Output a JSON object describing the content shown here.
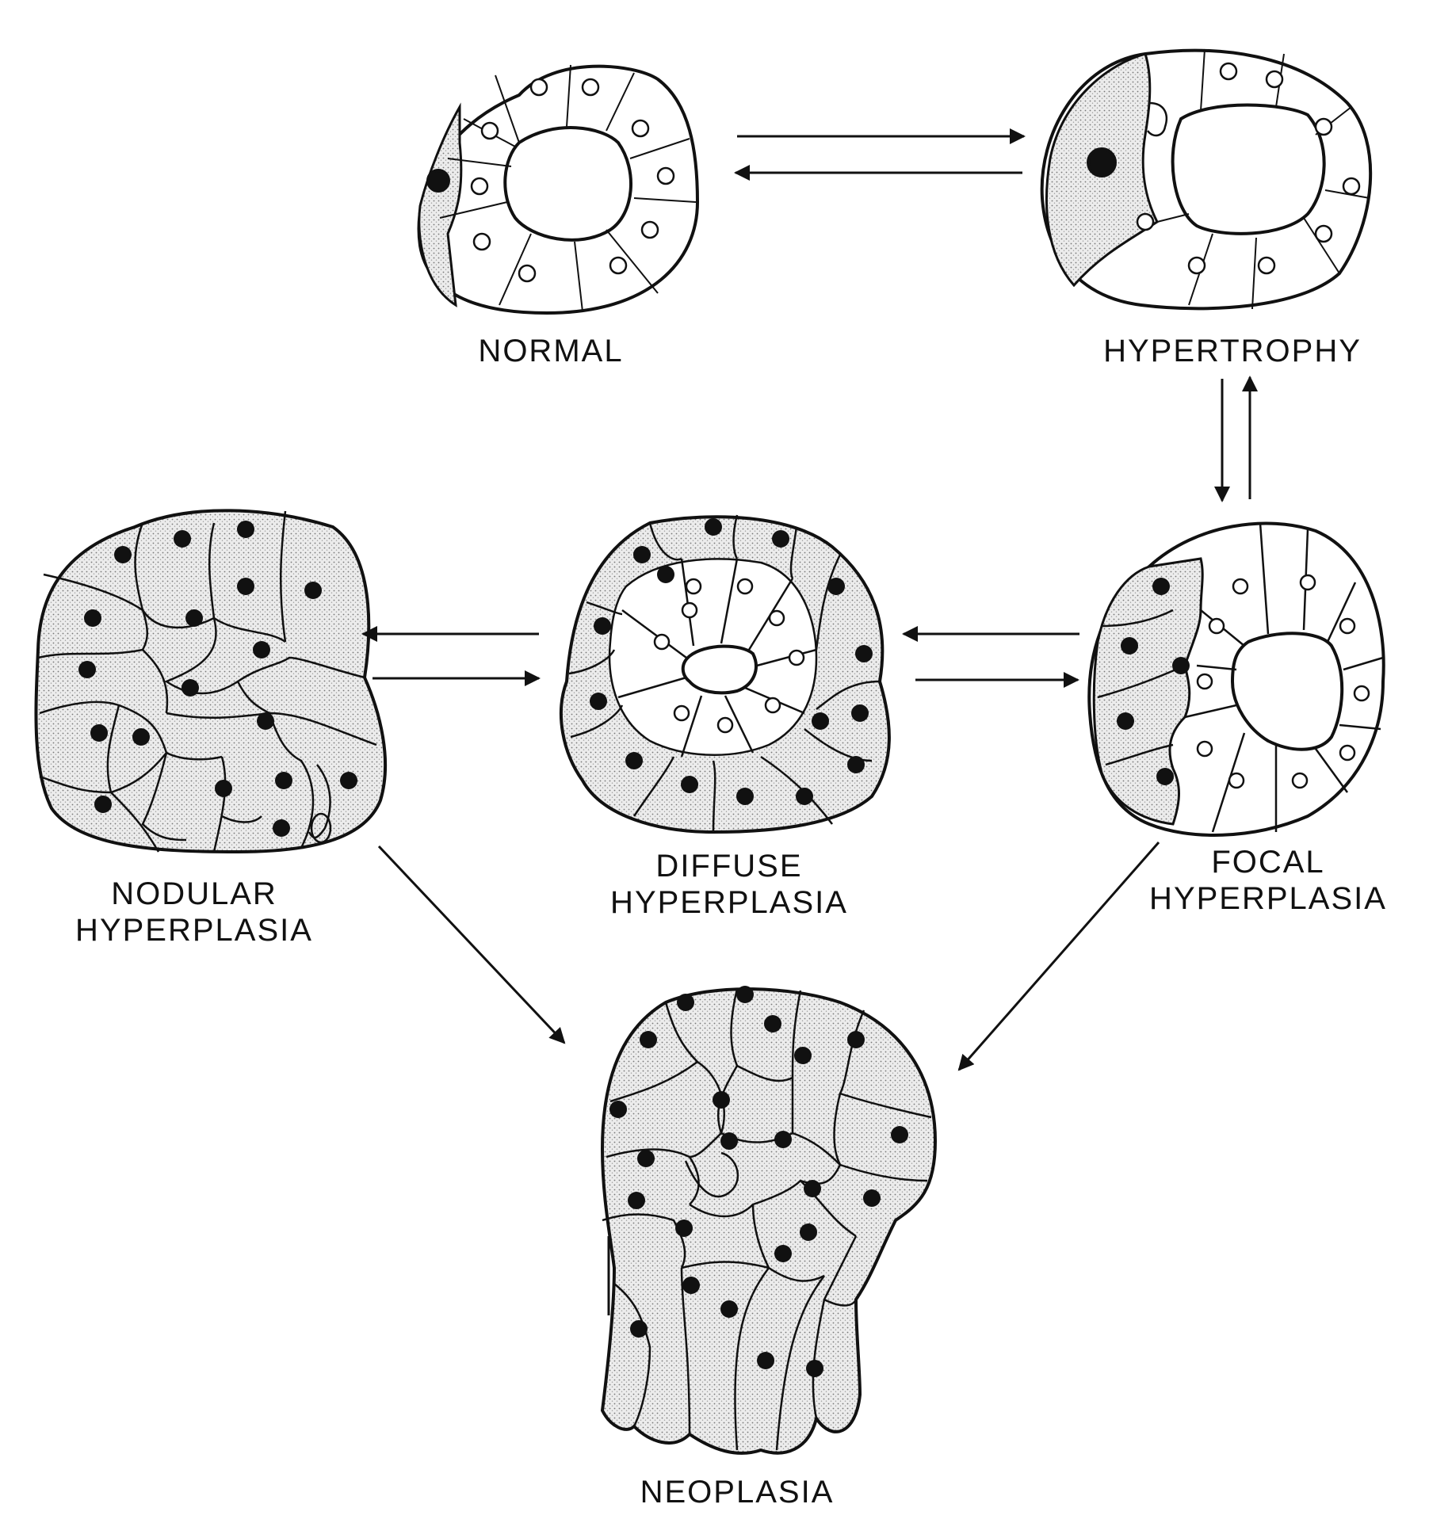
{
  "diagram": {
    "nodes": {
      "normal": {
        "label": [
          "NORMAL"
        ]
      },
      "hypertrophy": {
        "label": [
          "HYPERTROPHY"
        ]
      },
      "nodular": {
        "label": [
          "NODULAR",
          "HYPERPLASIA"
        ]
      },
      "diffuse": {
        "label": [
          "DIFFUSE",
          "HYPERPLASIA"
        ]
      },
      "focal": {
        "label": [
          "FOCAL",
          "HYPERPLASIA"
        ]
      },
      "neoplasia": {
        "label": [
          "NEOPLASIA"
        ]
      }
    },
    "edges": [
      {
        "from": "normal",
        "to": "hypertrophy"
      },
      {
        "from": "hypertrophy",
        "to": "normal"
      },
      {
        "from": "hypertrophy",
        "to": "focal"
      },
      {
        "from": "focal",
        "to": "hypertrophy"
      },
      {
        "from": "focal",
        "to": "diffuse"
      },
      {
        "from": "diffuse",
        "to": "focal"
      },
      {
        "from": "diffuse",
        "to": "nodular"
      },
      {
        "from": "nodular",
        "to": "diffuse"
      },
      {
        "from": "nodular",
        "to": "neoplasia"
      },
      {
        "from": "focal",
        "to": "neoplasia"
      }
    ],
    "colors": {
      "ink": "#111111",
      "stipple": "#d9d9d9",
      "background": "#ffffff"
    }
  }
}
